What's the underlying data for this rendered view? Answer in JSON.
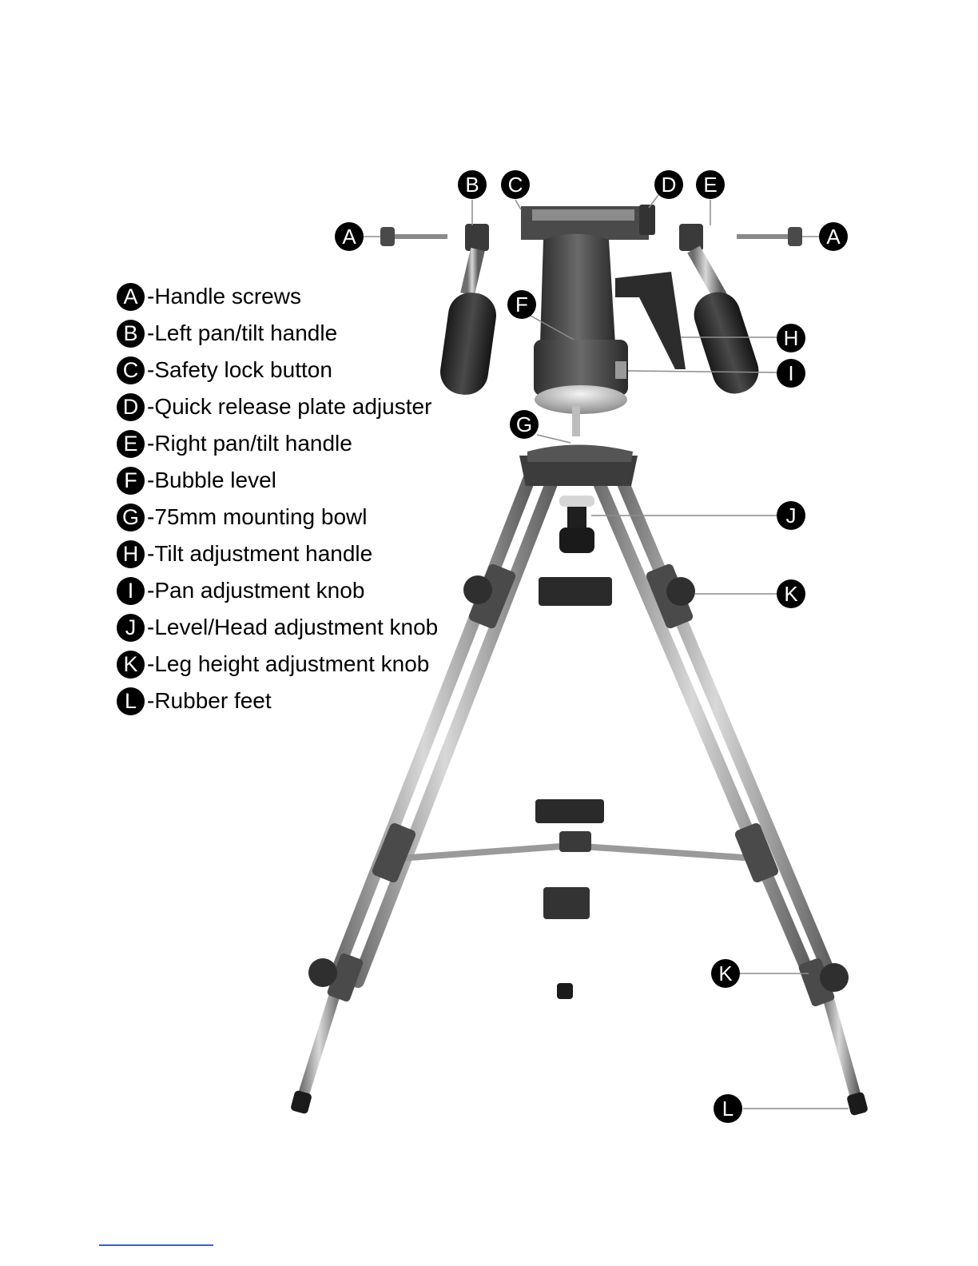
{
  "legend": [
    {
      "letter": "A",
      "label": "Handle screws"
    },
    {
      "letter": "B",
      "label": "Left pan/tilt handle"
    },
    {
      "letter": "C",
      "label": "Safety lock button"
    },
    {
      "letter": "D",
      "label": "Quick release plate adjuster"
    },
    {
      "letter": "E",
      "label": "Right pan/tilt handle"
    },
    {
      "letter": "F",
      "label": "Bubble level"
    },
    {
      "letter": "G",
      "label": "75mm mounting bowl"
    },
    {
      "letter": "H",
      "label": "Tilt adjustment handle"
    },
    {
      "letter": "I",
      "label": "Pan adjustment knob"
    },
    {
      "letter": "J",
      "label": "Level/Head adjustment knob"
    },
    {
      "letter": "K",
      "label": "Leg height adjustment knob"
    },
    {
      "letter": "L",
      "label": "Rubber feet"
    }
  ],
  "callouts": {
    "a_left": "A",
    "a_right": "A",
    "b": "B",
    "c": "C",
    "d": "D",
    "e": "E",
    "f": "F",
    "g": "G",
    "h": "H",
    "i": "I",
    "j": "J",
    "k_upper": "K",
    "k_lower": "K",
    "l": "L"
  },
  "colors": {
    "badge": "#000000",
    "metal_dark": "#3a3a3a",
    "metal_light": "#a7a7a7",
    "leader": "#8c8c8c"
  }
}
